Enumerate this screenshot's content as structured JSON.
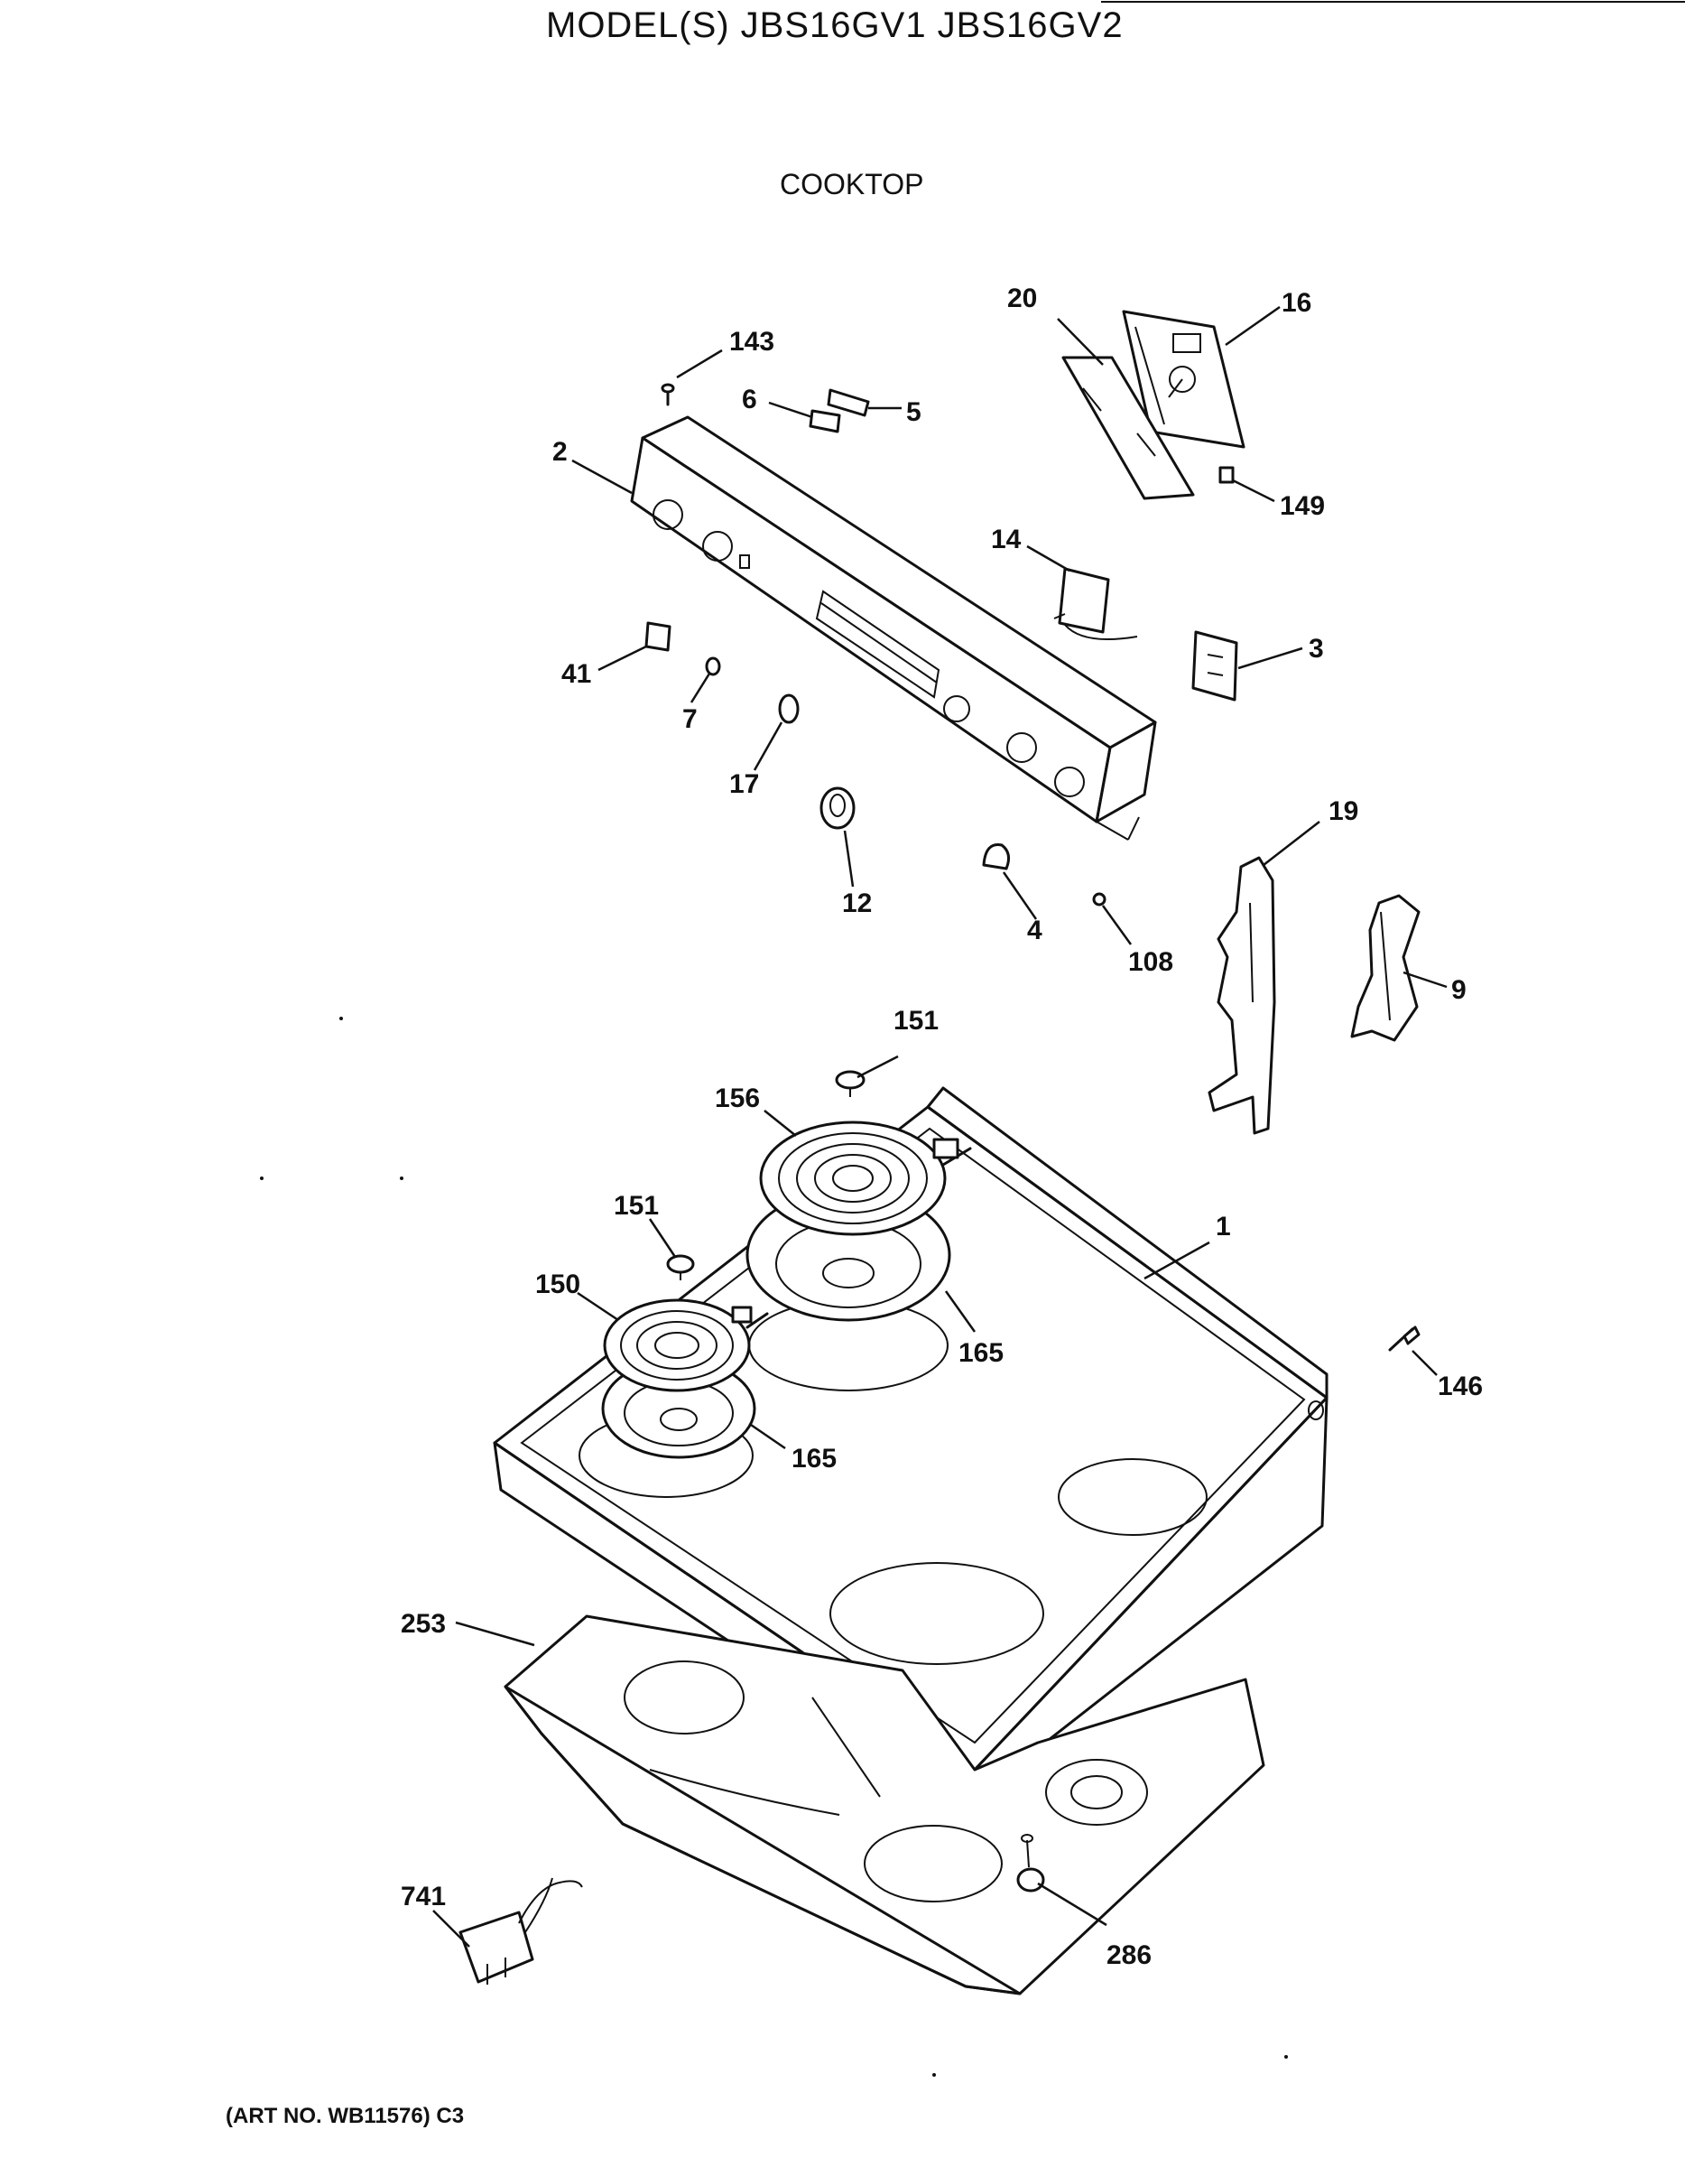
{
  "header": {
    "title": "MODEL(S) JBS16GV1  JBS16GV2",
    "subtitle": "COOKTOP"
  },
  "footer": {
    "art_no": "(ART NO. WB11576) C3"
  },
  "callouts": {
    "c20": "20",
    "c16": "16",
    "c143": "143",
    "c6": "6",
    "c5": "5",
    "c2": "2",
    "c149": "149",
    "c14": "14",
    "c3": "3",
    "c41": "41",
    "c7": "7",
    "c17": "17",
    "c19": "19",
    "c12": "12",
    "c4": "4",
    "c108": "108",
    "c9": "9",
    "c151a": "151",
    "c156": "156",
    "c151b": "151",
    "c1": "1",
    "c150": "150",
    "c165a": "165",
    "c146": "146",
    "c165b": "165",
    "c253": "253",
    "c741": "741",
    "c286": "286"
  }
}
